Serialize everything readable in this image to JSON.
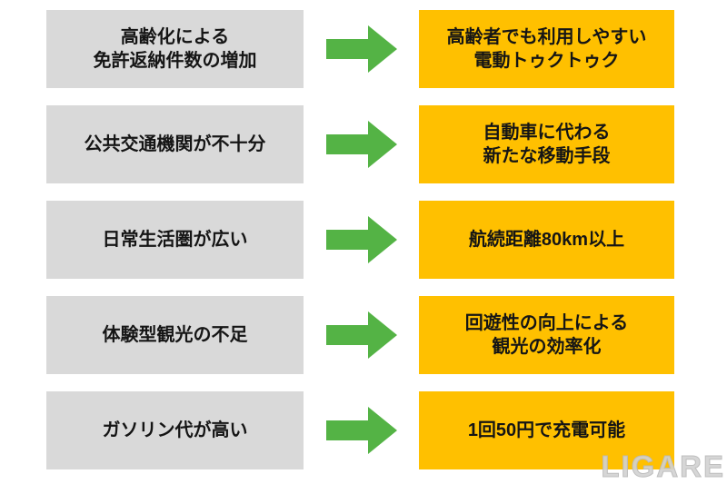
{
  "diagram": {
    "rows": [
      {
        "problem": "高齢化による\n免許返納件数の増加",
        "solution": "高齢者でも利用しやすい\n電動トゥクトゥク"
      },
      {
        "problem": "公共交通機関が不十分",
        "solution": "自動車に代わる\n新たな移動手段"
      },
      {
        "problem": "日常生活圏が広い",
        "solution": "航続距離80km以上"
      },
      {
        "problem": "体験型観光の不足",
        "solution": "回遊性の向上による\n観光の効率化"
      },
      {
        "problem": "ガソリン代が高い",
        "solution": "1回50円で充電可能"
      }
    ],
    "colors": {
      "problem_box_bg": "#d9d9d9",
      "solution_box_bg": "#ffc000",
      "arrow_green": "#54b345",
      "text": "#151515"
    },
    "watermark": "LIGARE"
  }
}
